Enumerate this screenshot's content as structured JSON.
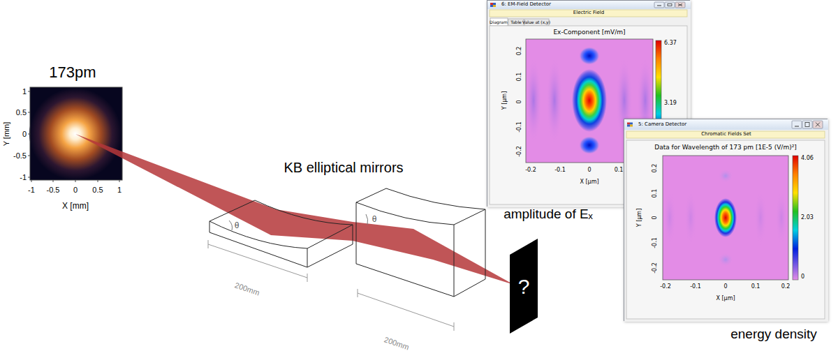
{
  "diagram": {
    "nodes": [
      {
        "text": [
          "6: EM-Field Detector",
          "Electric Field",
          "Diagram",
          "Table",
          "Value at (x,y)",
          "Ex-Component [mV/m]"
        ]
      },
      {
        "text": [
          "5: Camera Detector",
          "Chromatic Fields Set",
          "Data for Wavelength of 173 pm [1E-5 (V/m)²]"
        ]
      },
      {
        "text": [
          "?"
        ]
      }
    ],
    "labels": [
      "173pm",
      "Y [mm]",
      "1",
      "0.5",
      "0",
      "-0.5",
      "-1",
      "-1",
      "-0.5",
      "0",
      "0.5",
      "1",
      "X [mm]",
      "KB elliptical mirrors",
      "θ",
      "200mm",
      "θ",
      "200mm",
      "amplitude of Eₓ",
      "energy density",
      "0.2",
      "0.1",
      "0",
      "-0.1",
      "-0.2",
      "Y [µm]",
      "-0.2",
      "-0.1",
      "0",
      "0.1",
      "X [µm]",
      "6.37",
      "3.19",
      "0.2",
      "0.1",
      "0",
      "-0.1",
      "-0.2",
      "Y [µm]",
      "-0.2",
      "-0.1",
      "0",
      "0.1",
      "0.2",
      "X [µm]",
      "4.06",
      "2.03",
      "0"
    ]
  }
}
